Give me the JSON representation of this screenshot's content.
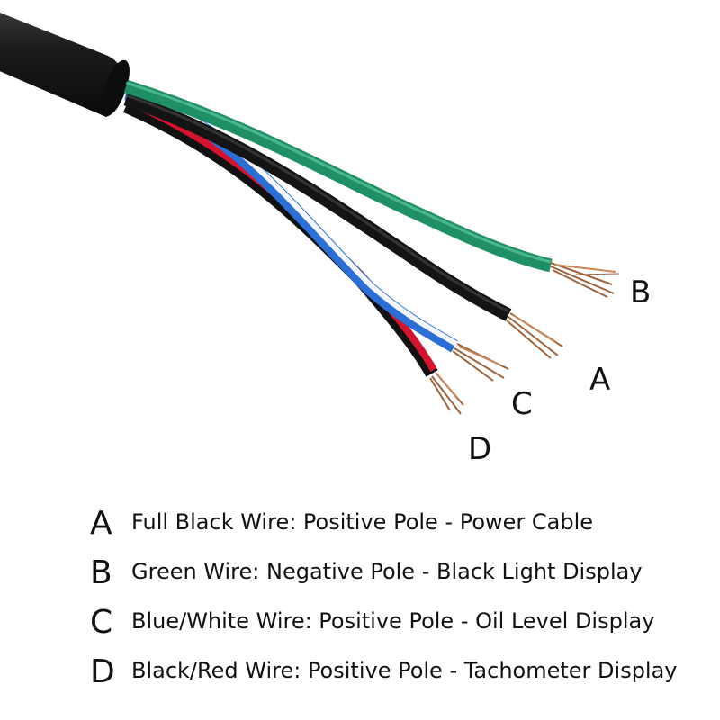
{
  "wires": {
    "A": {
      "letter": "A",
      "color": "#111111",
      "description": "Full Black Wire: Positive Pole - Power Cable"
    },
    "B": {
      "letter": "B",
      "color": "#1f8f66",
      "description": "Green Wire: Negative Pole - Black Light Display"
    },
    "C": {
      "letter": "C",
      "color": "#2a6fd6",
      "stripe_color": "#ffffff",
      "description": "Blue/White Wire: Positive Pole - Oil Level Display"
    },
    "D": {
      "letter": "D",
      "color": "#d4142e",
      "stripe_color": "#111111",
      "description": "Black/Red Wire: Positive Pole - Tachometer Display"
    }
  },
  "legend": [
    {
      "letter": "A",
      "text": "Full Black Wire: Positive Pole - Power Cable"
    },
    {
      "letter": "B",
      "text": "Green Wire: Negative Pole - Black Light Display"
    },
    {
      "letter": "C",
      "text": "Blue/White Wire: Positive Pole - Oil Level Display"
    },
    {
      "letter": "D",
      "text": "Black/Red Wire: Positive Pole - Tachometer Display"
    }
  ],
  "colors": {
    "jacket": "#161616",
    "copper": "#a0643c",
    "copper_light": "#c9875a"
  }
}
